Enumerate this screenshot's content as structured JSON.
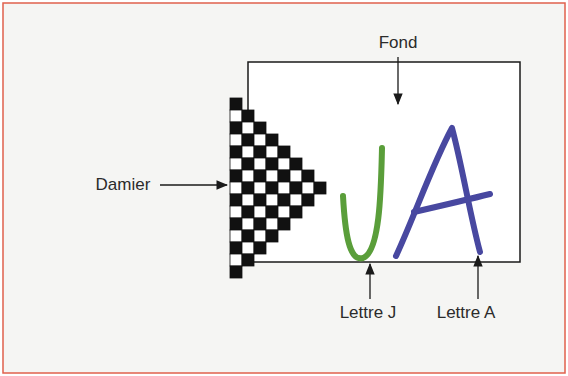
{
  "diagram": {
    "labels": [
      "Fond",
      "Damier",
      "Lettre J",
      "Lettre A"
    ]
  }
}
